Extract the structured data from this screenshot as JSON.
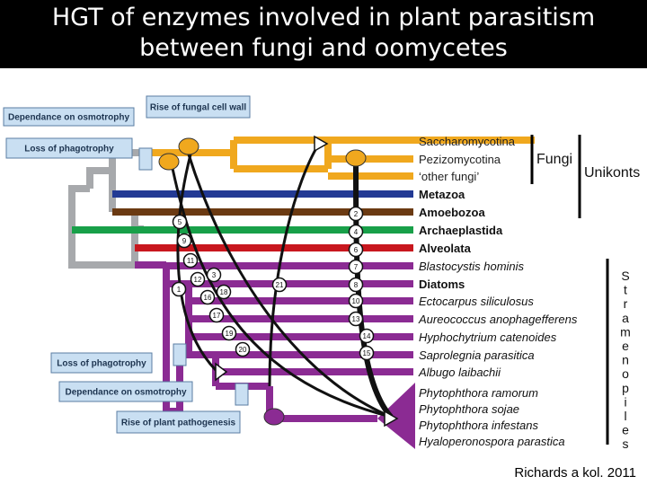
{
  "title": {
    "line1": "HGT of enzymes involved in plant parasitism",
    "line2": "between fungi and oomycetes"
  },
  "credit": "Richards a kol. 2011",
  "colors": {
    "fungi": "#f0a81e",
    "metazoa": "#233a94",
    "amoebozoa": "#6b3a12",
    "archaeplastida": "#18a049",
    "alveolata": "#c8171e",
    "stramenopiles": "#8b2b93",
    "stem": "#a7a9ac",
    "box_fill": "#c9dff2",
    "box_border": "#5b7ea3"
  },
  "taxa": [
    {
      "label": "Saccharomycotina",
      "style": "normal",
      "group": "fungi"
    },
    {
      "label": "Pezizomycotina",
      "style": "normal",
      "group": "fungi"
    },
    {
      "label": "‘other fungi’",
      "style": "normal",
      "group": "fungi"
    },
    {
      "label": "Metazoa",
      "style": "bold",
      "group": "metazoa"
    },
    {
      "label": "Amoebozoa",
      "style": "bold",
      "group": "amoebozoa"
    },
    {
      "label": "Archaeplastida",
      "style": "bold",
      "group": "archaeplastida"
    },
    {
      "label": "Alveolata",
      "style": "bold",
      "group": "alveolata"
    },
    {
      "label": "Blastocystis hominis",
      "style": "italic",
      "group": "stramenopiles"
    },
    {
      "label": "Diatoms",
      "style": "bold",
      "group": "stramenopiles"
    },
    {
      "label": "Ectocarpus siliculosus",
      "style": "italic",
      "group": "stramenopiles"
    },
    {
      "label": "Aureococcus anophagefferens",
      "style": "italic",
      "group": "stramenopiles"
    },
    {
      "label": "Hyphochytrium catenoides",
      "style": "italic",
      "group": "stramenopiles"
    },
    {
      "label": "Saprolegnia parasitica",
      "style": "italic",
      "group": "stramenopiles"
    },
    {
      "label": "Albugo laibachii",
      "style": "italic",
      "group": "stramenopiles"
    },
    {
      "label": "Phytophthora ramorum",
      "style": "italic",
      "group": "stramenopiles"
    },
    {
      "label": "Phytophthora sojae",
      "style": "italic",
      "group": "stramenopiles"
    },
    {
      "label": "Phytophthora infestans",
      "style": "italic",
      "group": "stramenopiles"
    },
    {
      "label": "Hyaloperonospora parastica",
      "style": "italic",
      "group": "stramenopiles"
    }
  ],
  "group_labels": {
    "fungi": "Fungi",
    "unikonts": "Unikonts",
    "stramenopiles": "Stramenopiles"
  },
  "annotations": [
    "Dependance on osmotrophy",
    "Rise of fungal cell wall",
    "Loss of phagotrophy",
    "Loss of phagotrophy",
    "Dependance on osmotrophy",
    "Rise of plant pathogenesis"
  ],
  "transfer_numbers": {
    "left_arc": [
      "5",
      "9",
      "11",
      "12",
      "1",
      "16",
      "17",
      "19"
    ],
    "left_arc_inner": [
      "3",
      "18",
      "20"
    ],
    "middle": [
      "21"
    ],
    "right_column": [
      "2",
      "4",
      "6",
      "7",
      "8",
      "10",
      "13",
      "14",
      "15"
    ]
  }
}
